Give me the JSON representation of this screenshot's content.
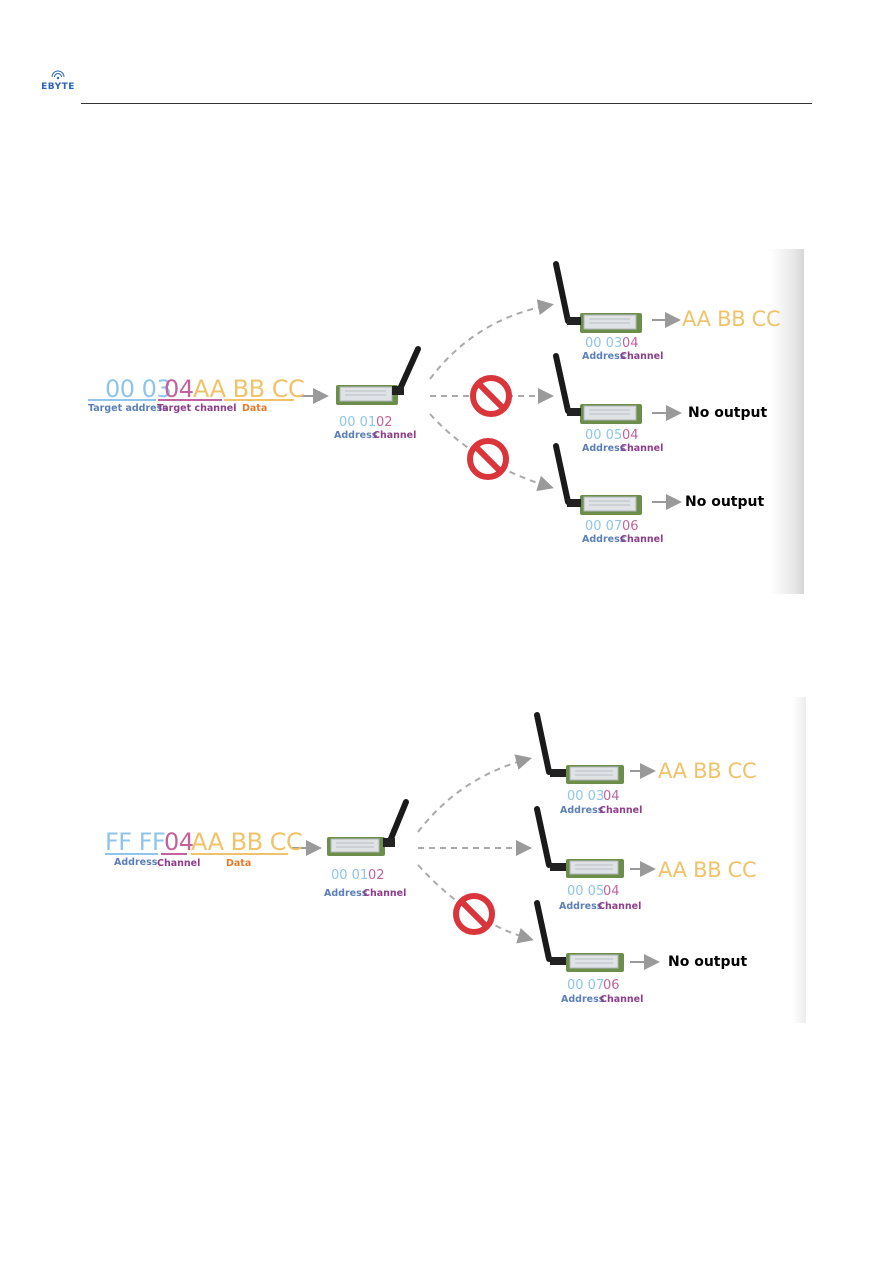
{
  "header": {
    "logo_text": "EBYTE"
  },
  "figure1": {
    "sender": {
      "target_address": "00 03",
      "target_channel": "04",
      "data": "AA BB CC",
      "label_target_address": "Target address",
      "label_target_channel": "Target channel",
      "label_data": "Data"
    },
    "transmitter": {
      "address": "00 01",
      "channel": "02",
      "label_address": "Address",
      "label_channel": "Channel"
    },
    "receivers": [
      {
        "address": "00 03",
        "channel": "04",
        "output": "AA BB CC",
        "label_address": "Address",
        "label_channel": "Channel"
      },
      {
        "address": "00 05",
        "channel": "04",
        "output": "No output",
        "label_address": "Address",
        "label_channel": "Channel"
      },
      {
        "address": "00 07",
        "channel": "06",
        "output": "No output",
        "label_address": "Address",
        "label_channel": "Channel"
      }
    ]
  },
  "figure2": {
    "sender": {
      "target_address": "FF FF",
      "target_channel": "04",
      "data": "AA BB CC",
      "label_target_address": "Address",
      "label_target_channel": "Channel",
      "label_data": "Data"
    },
    "transmitter": {
      "address": "00 01",
      "channel": "02",
      "label_address": "Address",
      "label_channel": "Channel"
    },
    "receivers": [
      {
        "address": "00 03",
        "channel": "04",
        "output": "AA BB CC",
        "label_address": "Address",
        "label_channel": "Channel"
      },
      {
        "address": "00 05",
        "channel": "04",
        "output": "AA BB CC",
        "label_address": "Address",
        "label_channel": "Channel"
      },
      {
        "address": "00 07",
        "channel": "06",
        "output": "No output",
        "label_address": "Address",
        "label_channel": "Channel"
      }
    ]
  },
  "colors": {
    "address": "#8fc5ea",
    "channel": "#c2639e",
    "data": "#f0c36a",
    "blocked": "#d9353b",
    "arrow": "#9a9a9a"
  }
}
